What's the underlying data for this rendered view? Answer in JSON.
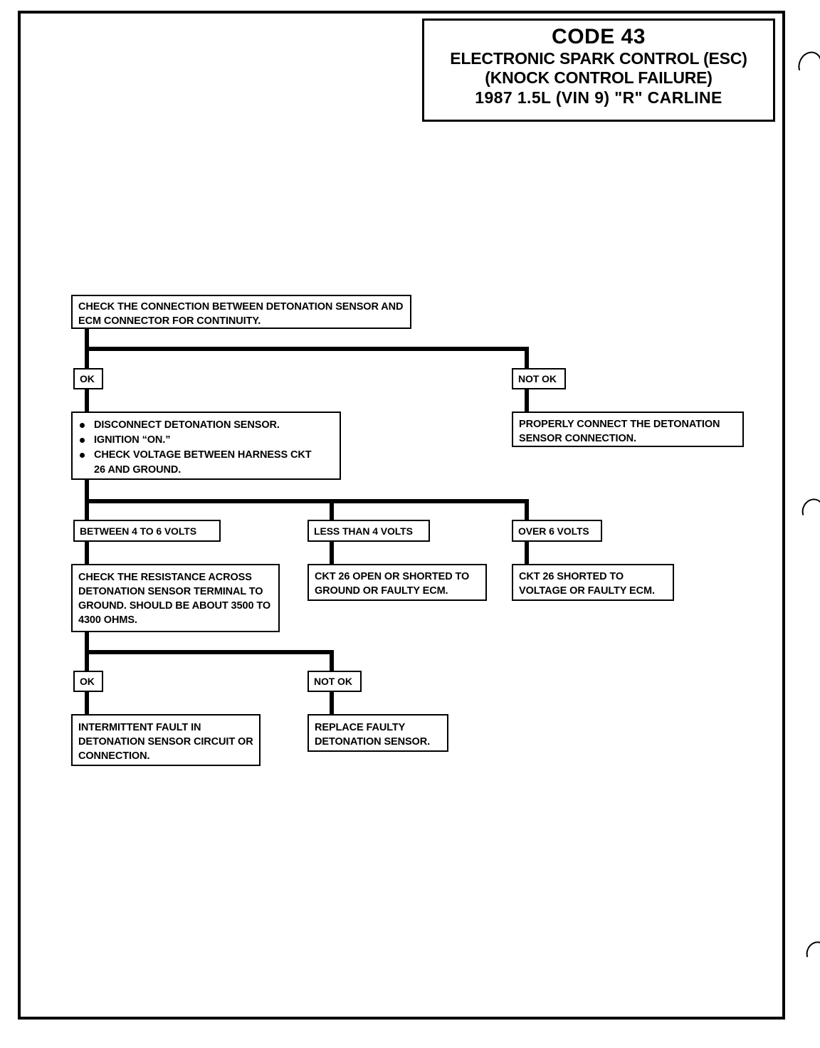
{
  "title_block": {
    "code": "CODE 43",
    "line1": "ELECTRONIC SPARK CONTROL (ESC)",
    "line2": "(KNOCK CONTROL FAILURE)",
    "line3": "1987  1.5L  (VIN 9)  \"R\"  CARLINE"
  },
  "flow": {
    "start_box": "CHECK THE CONNECTION BETWEEN DETONATION SENSOR AND ECM CONNECTOR FOR CONTINUITY.",
    "branch_ok_1": "OK",
    "branch_not_ok_1": "NOT OK",
    "not_ok_1_action": "PROPERLY CONNECT THE DETONATION SENSOR CONNECTION.",
    "steps_box": {
      "bullets": [
        "DISCONNECT DETONATION SENSOR.",
        "IGNITION “ON.”",
        "CHECK VOLTAGE BETWEEN HARNESS CKT"
      ],
      "bullet3_continuation": "26 AND GROUND."
    },
    "volt_branch_left": "BETWEEN 4 TO 6 VOLTS",
    "volt_branch_mid": "LESS THAN 4 VOLTS",
    "volt_branch_right": "OVER 6 VOLTS",
    "resistance_box": "CHECK THE RESISTANCE ACROSS DETONATION SENSOR TERMINAL TO GROUND.  SHOULD BE ABOUT 3500 TO 4300 OHMS.",
    "less_than_4_result": "CKT 26 OPEN OR SHORTED TO GROUND OR FAULTY ECM.",
    "over_6_result": "CKT 26 SHORTED TO VOLTAGE OR FAULTY ECM.",
    "branch_ok_2": "OK",
    "branch_not_ok_2": "NOT OK",
    "ok_2_result": "INTERMITTENT FAULT IN DETONATION SENSOR CIRCUIT OR CONNECTION.",
    "not_ok_2_result": "REPLACE FAULTY DETONATION SENSOR."
  },
  "colors": {
    "ink": "#000000",
    "paper": "#ffffff"
  }
}
